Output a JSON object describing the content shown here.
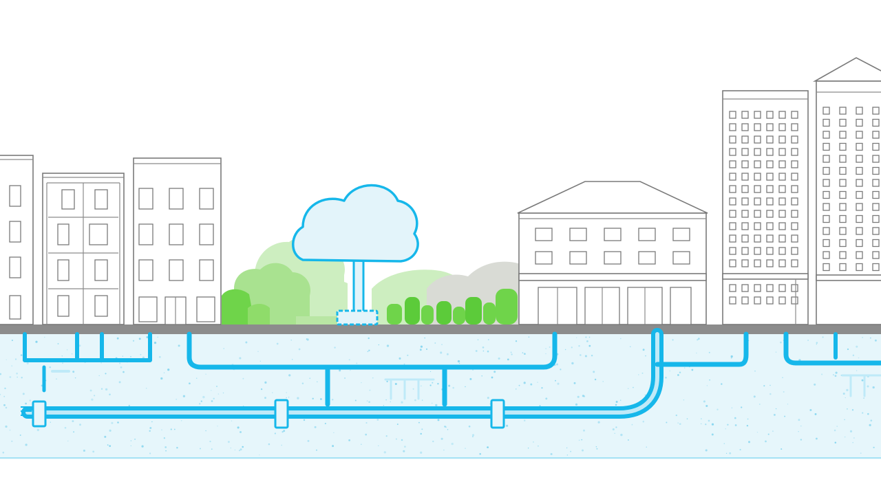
{
  "colors": {
    "background": "#ffffff",
    "building_outline": "#7a7a7a",
    "street": "#8c8c8c",
    "soil": "#e6f6fb",
    "soil_speckle": "#7fd3ee",
    "pipe": "#16b7ea",
    "pipe_light": "#bfeaf8",
    "tree": "#e3f4fa",
    "vegetation_bright": "#6fd44a",
    "vegetation_light": "#cdeec0",
    "vegetation_grey": "#d9dbd5"
  },
  "scene": {
    "elements": [
      "apartment-buildings-left",
      "green-park-tree",
      "shop-building",
      "high-rise-towers-right",
      "street-surface",
      "underground-pipe-network"
    ]
  }
}
